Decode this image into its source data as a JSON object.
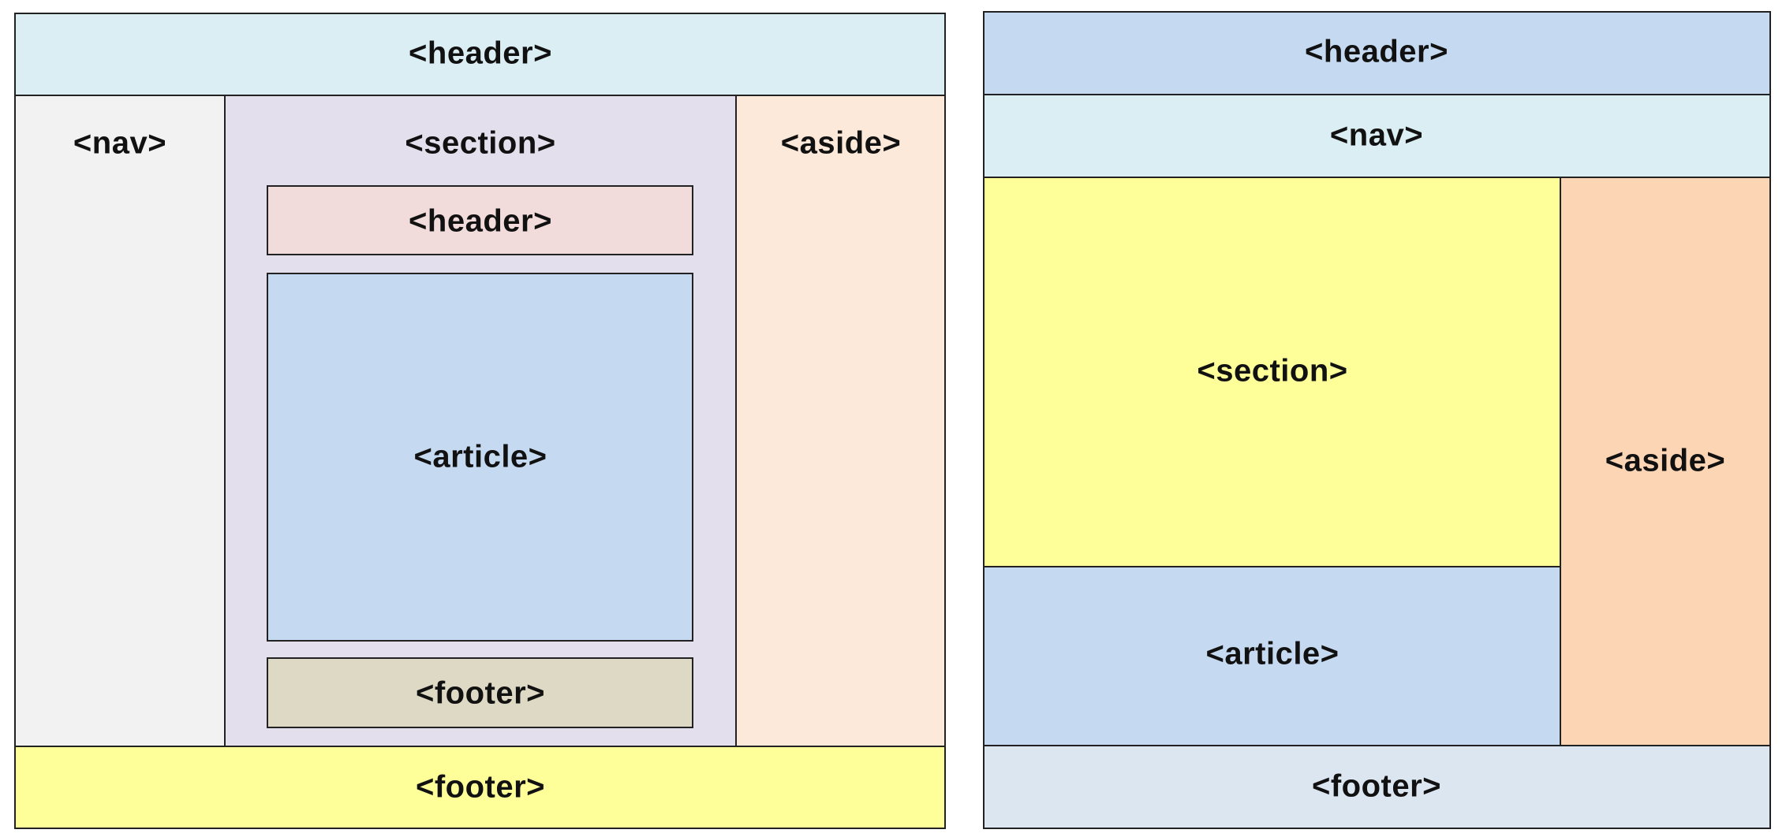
{
  "layout_a": {
    "header": {
      "label": "<header>",
      "color": "#DAEEF3"
    },
    "nav": {
      "label": "<nav>",
      "color": "#F2F2F2"
    },
    "section": {
      "label": "<section>",
      "color": "#E4DFEC"
    },
    "aside": {
      "label": "<aside>",
      "color": "#FDE9D9"
    },
    "section_header": {
      "label": "<header>",
      "color": "#F2DCDB"
    },
    "section_article": {
      "label": "<article>",
      "color": "#C5D9F1"
    },
    "section_footer": {
      "label": "<footer>",
      "color": "#DDD9C4"
    },
    "footer": {
      "label": "<footer>",
      "color": "#FFFF99"
    }
  },
  "layout_b": {
    "header": {
      "label": "<header>",
      "color": "#C5D9F1"
    },
    "nav": {
      "label": "<nav>",
      "color": "#DAEEF3"
    },
    "section": {
      "label": "<section>",
      "color": "#FFFF99"
    },
    "article": {
      "label": "<article>",
      "color": "#C5D9F1"
    },
    "aside": {
      "label": "<aside>",
      "color": "#FCD5B4"
    },
    "footer": {
      "label": "<footer>",
      "color": "#DCE6F1"
    }
  }
}
